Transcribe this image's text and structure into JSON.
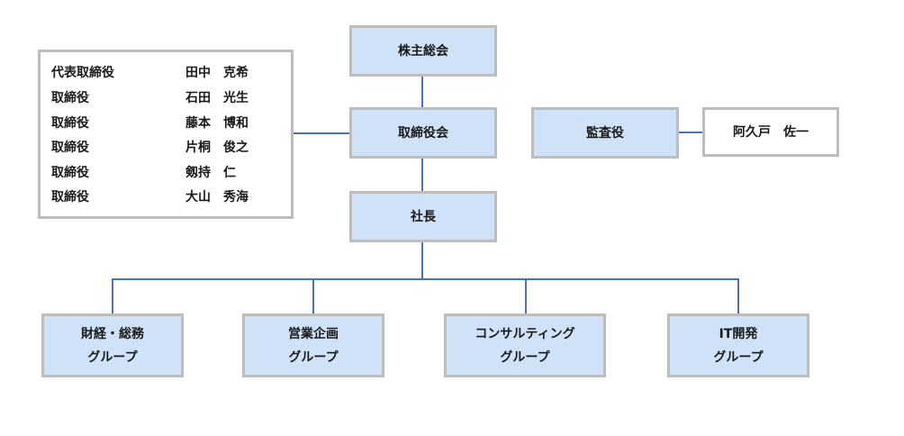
{
  "top": {
    "shareholders": "株主総会",
    "board": "取締役会",
    "auditor": "監査役",
    "auditor_name": "阿久戸　佐一",
    "president": "社長"
  },
  "directors": [
    {
      "title": "代表取締役",
      "name": "田中　克希"
    },
    {
      "title": "取締役",
      "name": "石田　光生"
    },
    {
      "title": "取締役",
      "name": "藤本　博和"
    },
    {
      "title": "取締役",
      "name": "片桐　俊之"
    },
    {
      "title": "取締役",
      "name": "剱持　仁"
    },
    {
      "title": "取締役",
      "name": "大山　秀海"
    }
  ],
  "groups": [
    {
      "line1": "財経・総務",
      "line2": "グループ"
    },
    {
      "line1": "営業企画",
      "line2": "グループ"
    },
    {
      "line1": "コンサルティング",
      "line2": "グループ"
    },
    {
      "line1": "IT開発",
      "line2": "グループ"
    }
  ],
  "colors": {
    "box_fill": "#cfe2f7",
    "box_border": "#bdbdbd",
    "connector": "#4a72b8"
  }
}
